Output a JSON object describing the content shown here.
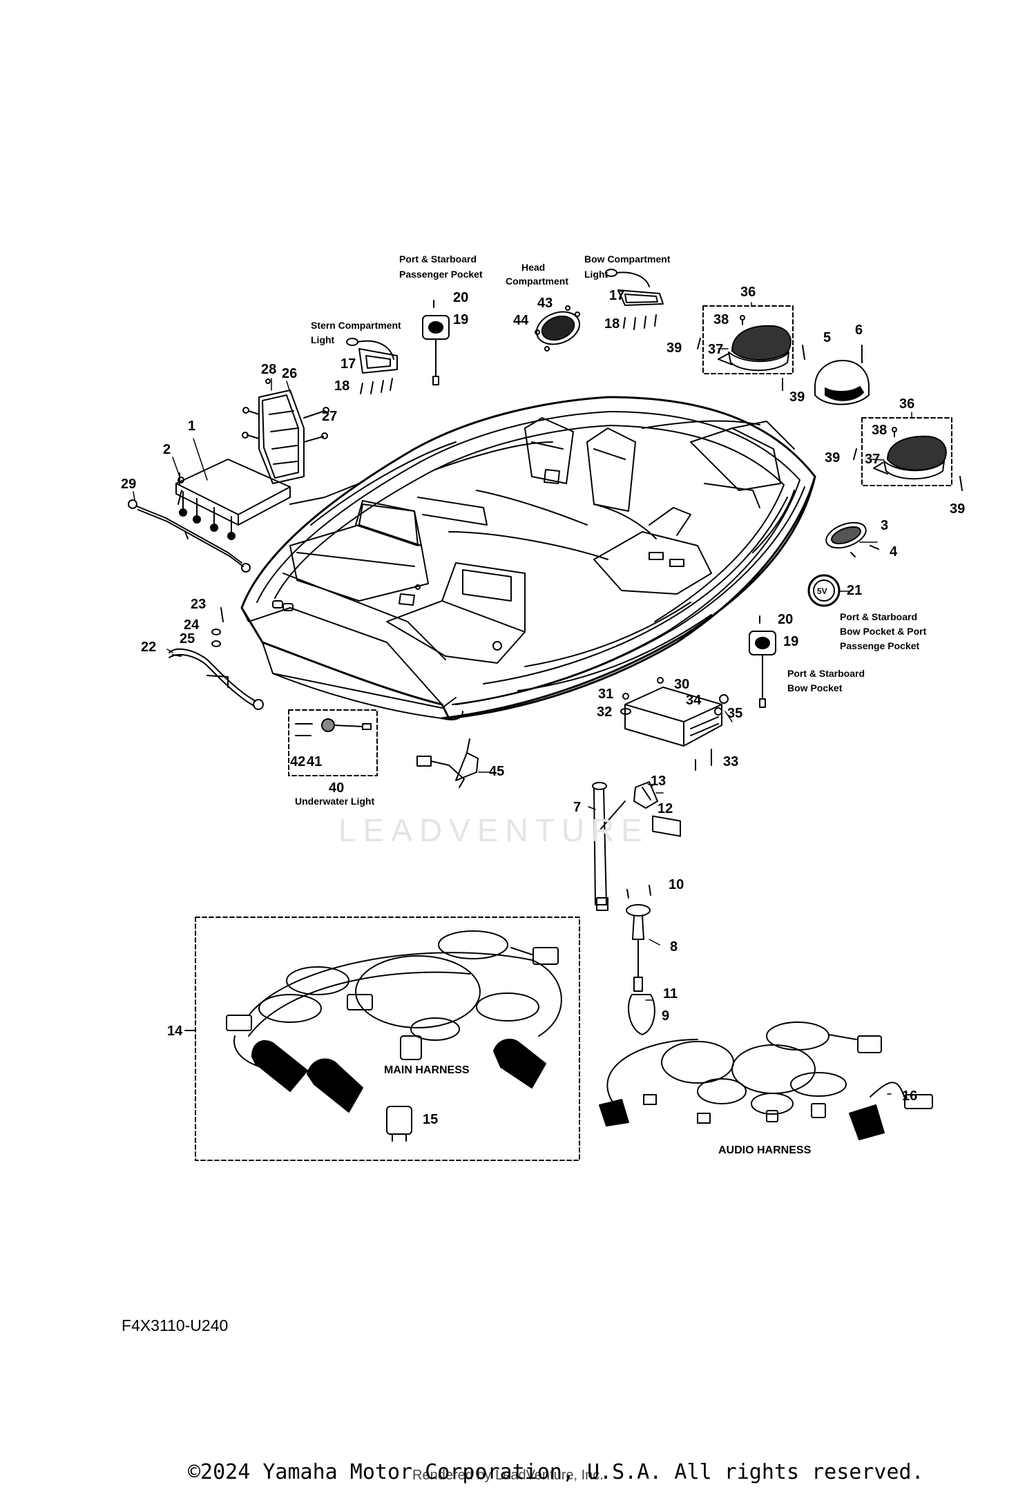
{
  "diagram": {
    "code": "F4X3110-U240",
    "copyright": "©2024 Yamaha Motor Corporation, U.S.A. All rights reserved.",
    "rendered_by": "Rendered by LeadVenture, Inc.",
    "watermark": "LEADVENTURE"
  },
  "labels": {
    "port_starboard_passenger": [
      "Port & Starboard",
      "Passenger Pocket"
    ],
    "head_compartment": [
      "Head",
      "Compartment"
    ],
    "bow_compartment_light": [
      "Bow Compartment",
      "Light"
    ],
    "stern_compartment_light": [
      "Stern Compartment",
      "Light"
    ],
    "bow_pocket_port_passenger": [
      "Port & Starboard",
      "Bow Pocket & Port",
      "Passenge Pocket"
    ],
    "port_starboard_bow_pocket": [
      "Port & Starboard",
      "Bow Pocket"
    ],
    "underwater_light": "Underwater Light",
    "main_harness": "MAIN HARNESS",
    "audio_harness": "AUDIO HARNESS",
    "socket_5v": "5V"
  },
  "callouts": [
    {
      "id": "c20a",
      "text": "20"
    },
    {
      "id": "c19a",
      "text": "19"
    },
    {
      "id": "c43",
      "text": "43"
    },
    {
      "id": "c44",
      "text": "44"
    },
    {
      "id": "c17a",
      "text": "17"
    },
    {
      "id": "c18a",
      "text": "18"
    },
    {
      "id": "c36a",
      "text": "36"
    },
    {
      "id": "c38a",
      "text": "38"
    },
    {
      "id": "c37a",
      "text": "37"
    },
    {
      "id": "c39a",
      "text": "39"
    },
    {
      "id": "c39b",
      "text": "39"
    },
    {
      "id": "c5",
      "text": "5"
    },
    {
      "id": "c6",
      "text": "6"
    },
    {
      "id": "c17b",
      "text": "17"
    },
    {
      "id": "c18b",
      "text": "18"
    },
    {
      "id": "c28",
      "text": "28"
    },
    {
      "id": "c26",
      "text": "26"
    },
    {
      "id": "c27",
      "text": "27"
    },
    {
      "id": "c36b",
      "text": "36"
    },
    {
      "id": "c38b",
      "text": "38"
    },
    {
      "id": "c37b",
      "text": "37"
    },
    {
      "id": "c39c",
      "text": "39"
    },
    {
      "id": "c39d",
      "text": "39"
    },
    {
      "id": "c1",
      "text": "1"
    },
    {
      "id": "c2",
      "text": "2"
    },
    {
      "id": "c29",
      "text": "29"
    },
    {
      "id": "c3",
      "text": "3"
    },
    {
      "id": "c4",
      "text": "4"
    },
    {
      "id": "c21",
      "text": "21"
    },
    {
      "id": "c23",
      "text": "23"
    },
    {
      "id": "c24",
      "text": "24"
    },
    {
      "id": "c25",
      "text": "25"
    },
    {
      "id": "c22",
      "text": "22"
    },
    {
      "id": "c20b",
      "text": "20"
    },
    {
      "id": "c19b",
      "text": "19"
    },
    {
      "id": "c31",
      "text": "31"
    },
    {
      "id": "c30",
      "text": "30"
    },
    {
      "id": "c34",
      "text": "34"
    },
    {
      "id": "c32",
      "text": "32"
    },
    {
      "id": "c35",
      "text": "35"
    },
    {
      "id": "c33",
      "text": "33"
    },
    {
      "id": "c42",
      "text": "42"
    },
    {
      "id": "c41",
      "text": "41"
    },
    {
      "id": "c40",
      "text": "40"
    },
    {
      "id": "c45",
      "text": "45"
    },
    {
      "id": "c13",
      "text": "13"
    },
    {
      "id": "c7",
      "text": "7"
    },
    {
      "id": "c12",
      "text": "12"
    },
    {
      "id": "c10",
      "text": "10"
    },
    {
      "id": "c8",
      "text": "8"
    },
    {
      "id": "c11",
      "text": "11"
    },
    {
      "id": "c9",
      "text": "9"
    },
    {
      "id": "c14",
      "text": "14"
    },
    {
      "id": "c15",
      "text": "15"
    },
    {
      "id": "c16",
      "text": "16"
    }
  ]
}
